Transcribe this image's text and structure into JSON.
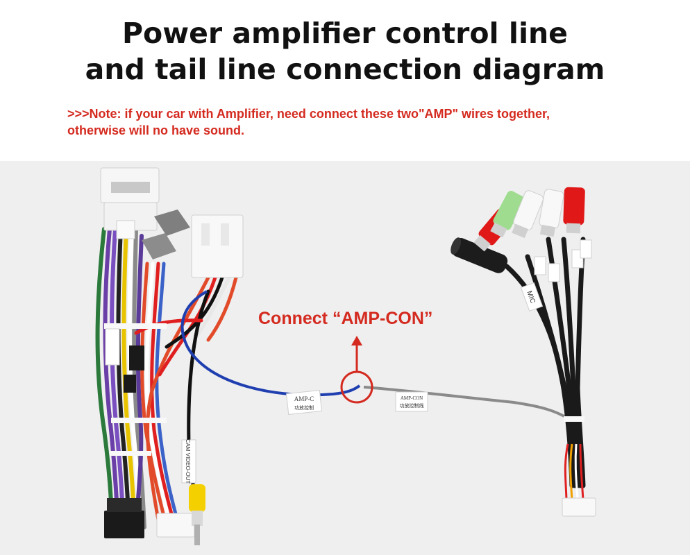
{
  "title": {
    "line1": "Power amplifier control line",
    "line2": "and tail line connection diagram"
  },
  "note": {
    "line1": ">>>Note: if your car with Amplifier, need connect these two\"AMP\" wires together,",
    "line2": "otherwise will no have sound."
  },
  "callout": "Connect “AMP-CON”",
  "tags": {
    "amp_c_line1": "AMP-C",
    "amp_c_line2": "功放控制",
    "amp_con_line1": "AMP-CON",
    "amp_con_line2": "功放控制线",
    "mic": "MIC",
    "cam": "CAM VIDEO-OUT"
  },
  "colors": {
    "accent_red": "#d42a1f",
    "blue_wire": "#1f3fb0",
    "gray_wire": "#8a8a8a",
    "background": "#efefef"
  }
}
